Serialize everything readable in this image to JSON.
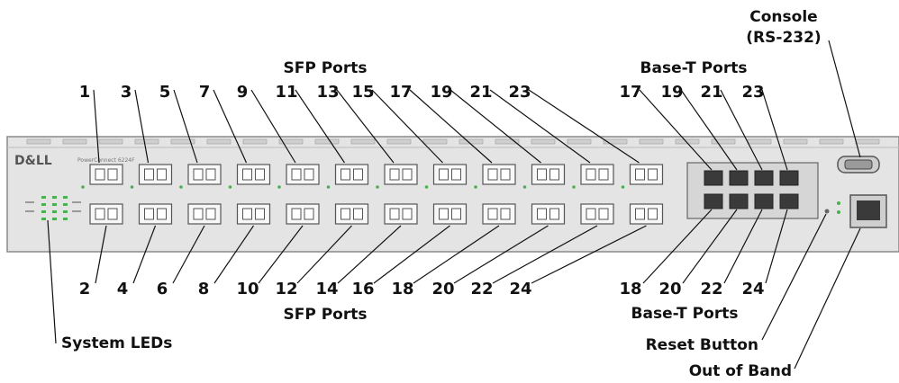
{
  "chassis": {
    "brand": "D&LL",
    "model_text": "PowerConnect 6224F",
    "colors": {
      "panel": "#e4e4e4",
      "port": "#f7f7f7",
      "rj45": "#3a3a3a",
      "led": "#4caf50"
    }
  },
  "sfp": {
    "top_numbers": [
      "1",
      "3",
      "5",
      "7",
      "9",
      "11",
      "13",
      "15",
      "17",
      "19",
      "21",
      "23"
    ],
    "bottom_numbers": [
      "2",
      "4",
      "6",
      "8",
      "10",
      "12",
      "14",
      "16",
      "18",
      "20",
      "22",
      "24"
    ],
    "top_caption": "SFP Ports",
    "bottom_caption": "SFP Ports"
  },
  "baset": {
    "top_numbers": [
      "17",
      "19",
      "21",
      "23"
    ],
    "bottom_numbers": [
      "18",
      "20",
      "22",
      "24"
    ],
    "top_caption": "Base-T Ports",
    "bottom_caption": "Base-T Ports"
  },
  "console": {
    "line1": "Console",
    "line2": "(RS-232)"
  },
  "system_leds": "System LEDs",
  "reset_button": "Reset Button",
  "out_of_band": "Out of Band"
}
